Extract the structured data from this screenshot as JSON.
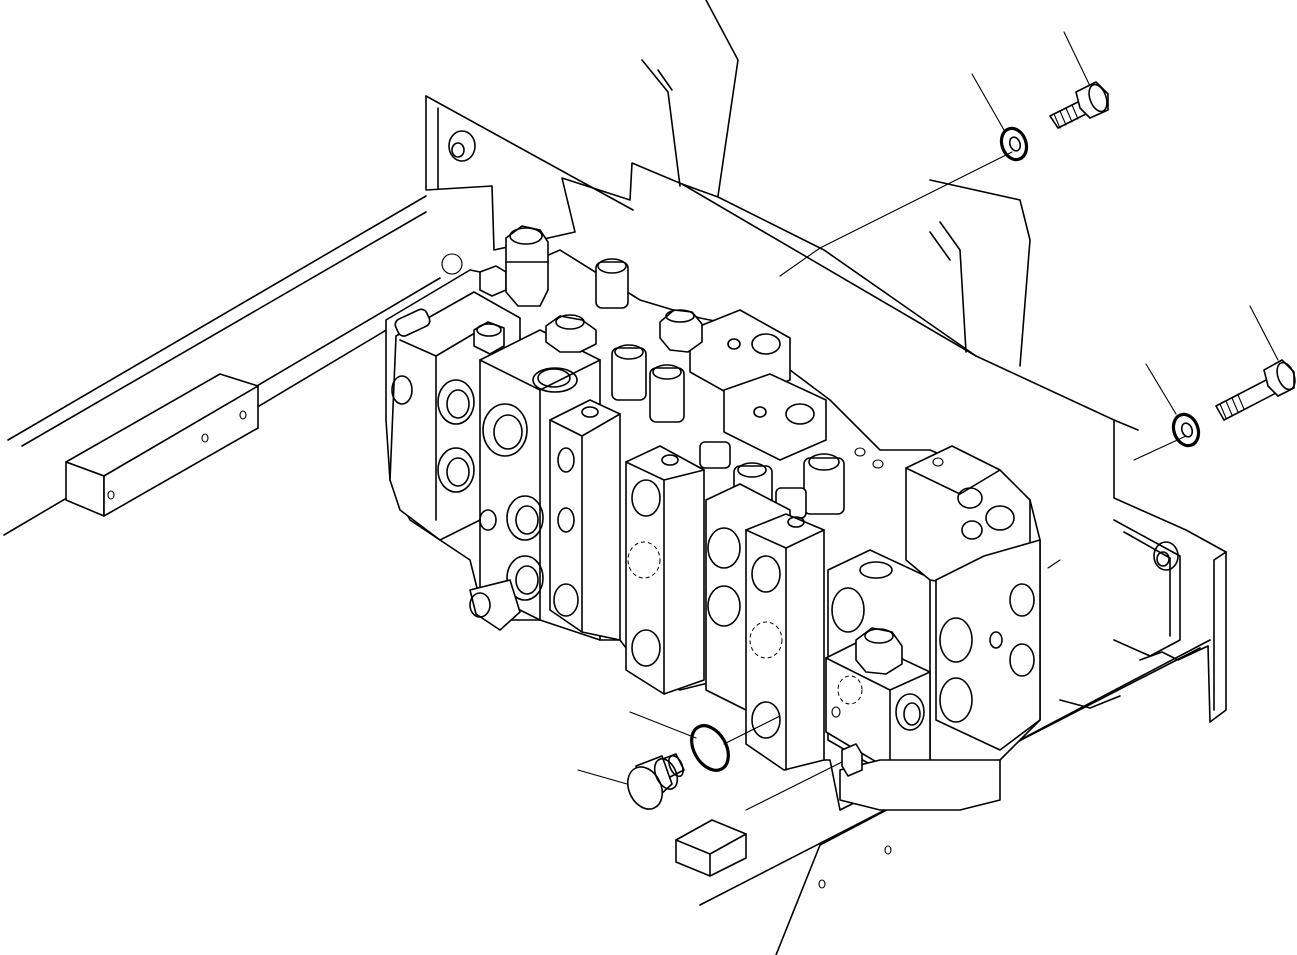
{
  "diagram": {
    "kind": "exploded-parts-view",
    "colors": {
      "stroke": "#000000",
      "background": "#ffffff"
    },
    "parts": [
      {
        "id": "bolt-upper",
        "name": "bolt"
      },
      {
        "id": "washer-upper",
        "name": "washer"
      },
      {
        "id": "bolt-right",
        "name": "bolt"
      },
      {
        "id": "washer-right",
        "name": "washer"
      },
      {
        "id": "o-ring",
        "name": "o-ring"
      },
      {
        "id": "plug",
        "name": "plug"
      },
      {
        "id": "control-valve",
        "name": "control-valve-assembly"
      },
      {
        "id": "mounting-bracket",
        "name": "mounting-bracket"
      },
      {
        "id": "connector",
        "name": "connector"
      }
    ],
    "callouts": [
      "bolt-upper",
      "washer-upper",
      "bolt-right",
      "washer-right",
      "o-ring",
      "plug"
    ]
  }
}
